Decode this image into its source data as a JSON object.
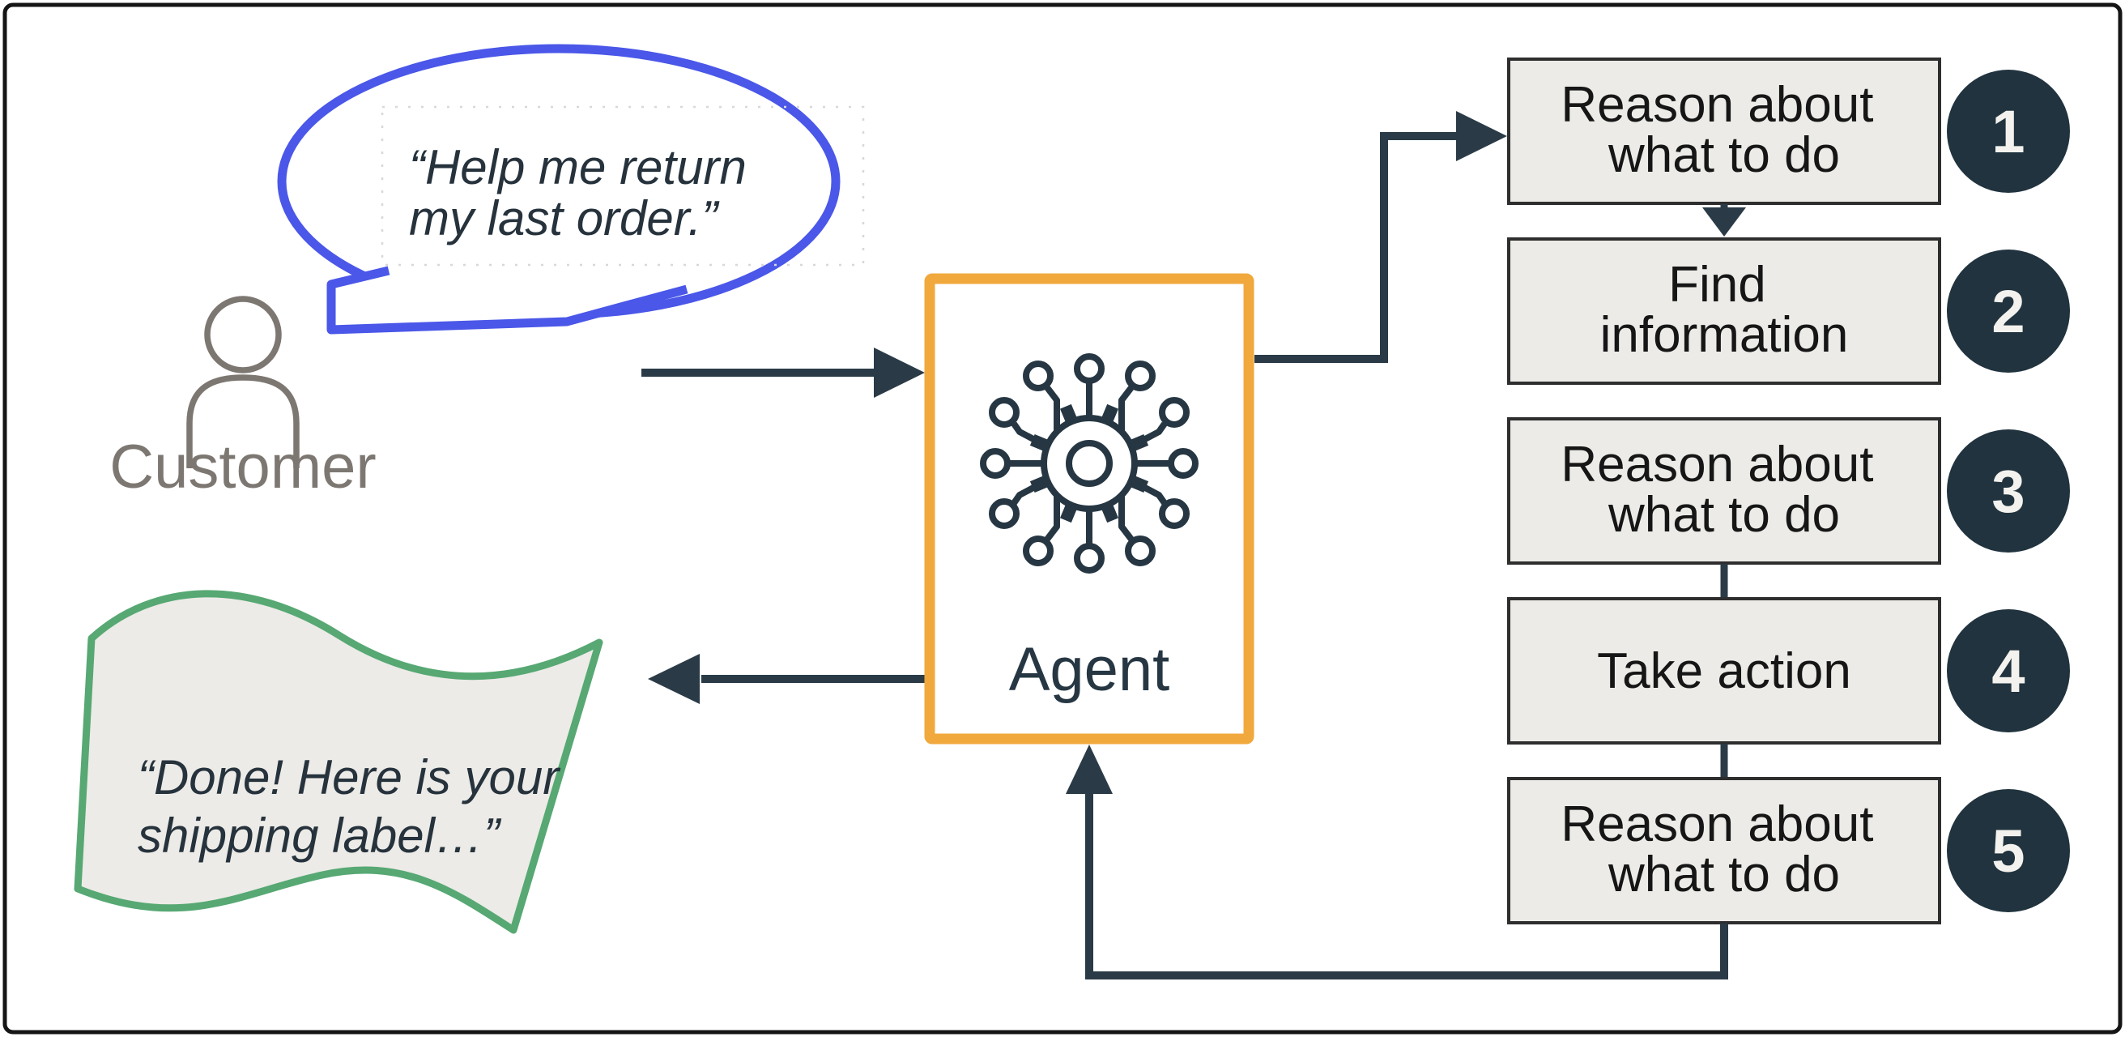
{
  "colors": {
    "line_navy": "#2A3B47",
    "icon_navy": "#263743",
    "accent_orange": "#F1A83C",
    "bubble_blue": "#4A57E8",
    "banner_green": "#57A873",
    "customer_gray": "#7D7772",
    "box_fill": "#ECEBE7",
    "box_border": "#2E2E2E",
    "badge_navy": "#20333E",
    "badge_text": "#F4F2EE",
    "step_text": "#161616",
    "speech_text": "#26323C",
    "frame_black": "#151515",
    "dotted_gray": "#D8D8D8",
    "canvas_white": "#FFFFFF"
  },
  "icons": {
    "customer": "person-icon",
    "agent": "gear-circuit-icon"
  },
  "customer": {
    "label": "Customer",
    "speech_line1": "“Help me return",
    "speech_line2": "my last order.”"
  },
  "agent": {
    "label": "Agent"
  },
  "banner": {
    "line1": "“Done! Here is your",
    "line2": "shipping label…”"
  },
  "steps": [
    {
      "number": "1",
      "line1": "Reason about",
      "line2": "what to do"
    },
    {
      "number": "2",
      "line1": "Find",
      "line2": "information"
    },
    {
      "number": "3",
      "line1": "Reason about",
      "line2": "what to do"
    },
    {
      "number": "4",
      "line1": "Take action",
      "line2": ""
    },
    {
      "number": "5",
      "line1": "Reason about",
      "line2": "what to do"
    }
  ]
}
